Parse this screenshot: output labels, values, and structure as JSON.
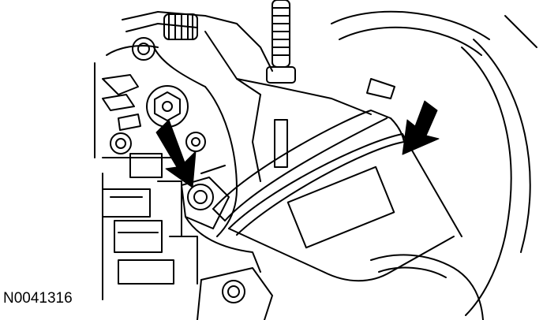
{
  "figure": {
    "id_label": "N0041316",
    "colors": {
      "ink": "#000000",
      "paper": "#ffffff"
    },
    "callouts": [
      {
        "name": "arrow-callout-bolt",
        "points_to": "mounting-bolt"
      },
      {
        "name": "arrow-callout-filter",
        "points_to": "oil-filter"
      }
    ]
  }
}
